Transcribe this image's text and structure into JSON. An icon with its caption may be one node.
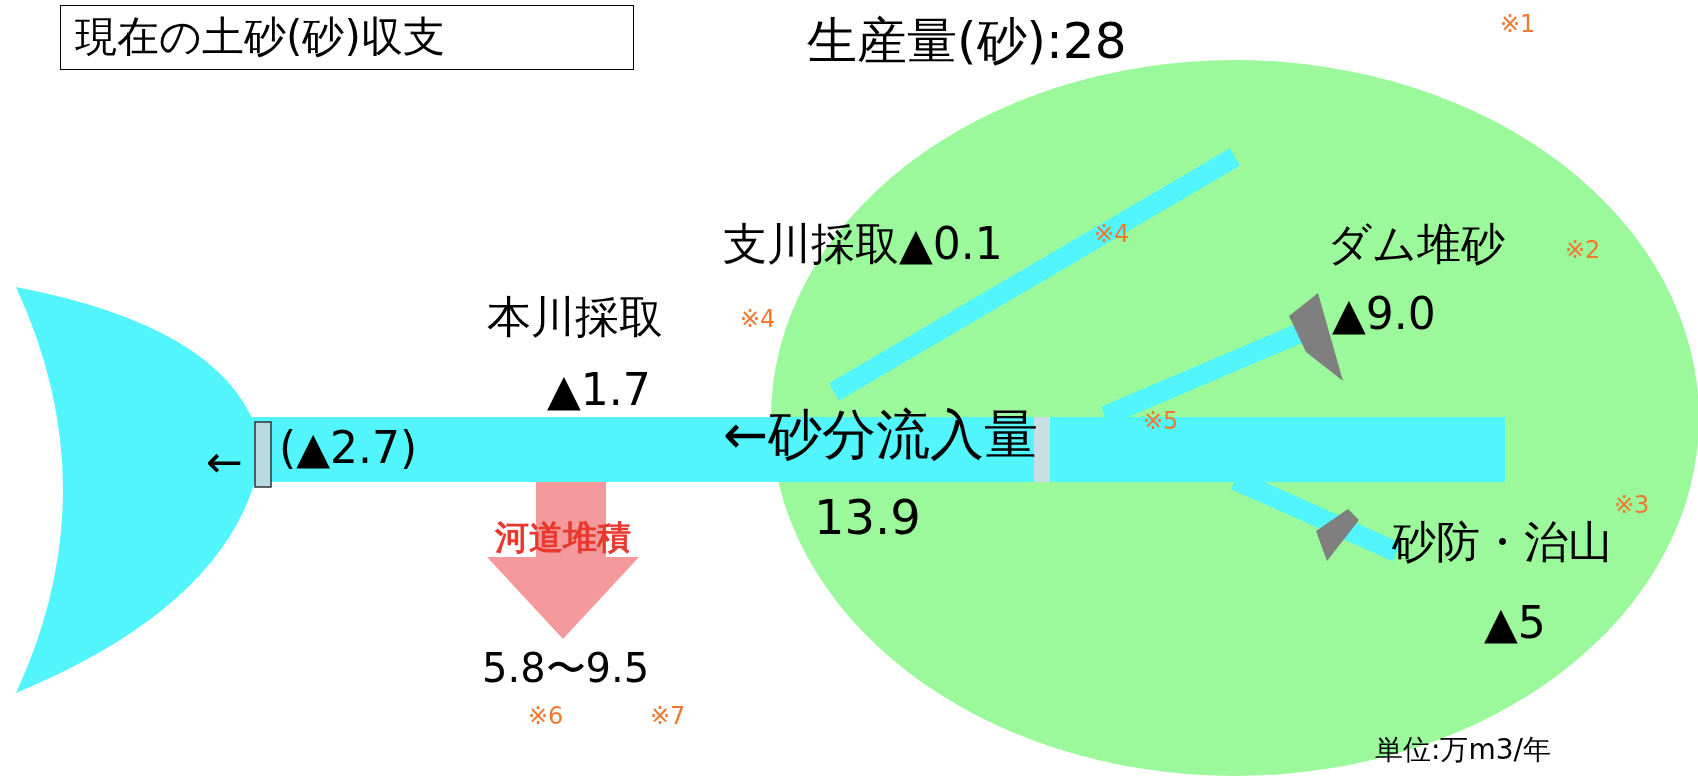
{
  "diagram": {
    "nodes": [
      {
        "text": [
          "現在の土砂(砂)収支"
        ]
      },
      {
        "text": [
          "生産量(砂):28"
        ],
        "beside": [
          "※1"
        ]
      },
      {
        "text": [
          "河道堆積"
        ],
        "beside": [
          "5.8〜9.5"
        ]
      }
    ],
    "labels": [
      "支川採取▲0.1",
      "※4",
      "ダム堆砂",
      "※2",
      "本川採取",
      "※4",
      "▲9.0",
      "▲1.7",
      "←砂分流入量",
      "※5",
      "←",
      "(▲2.7)",
      "13.9",
      "※3",
      "砂防・治山",
      "▲5",
      "※6",
      "※7",
      "単位:万m3/年"
    ]
  }
}
